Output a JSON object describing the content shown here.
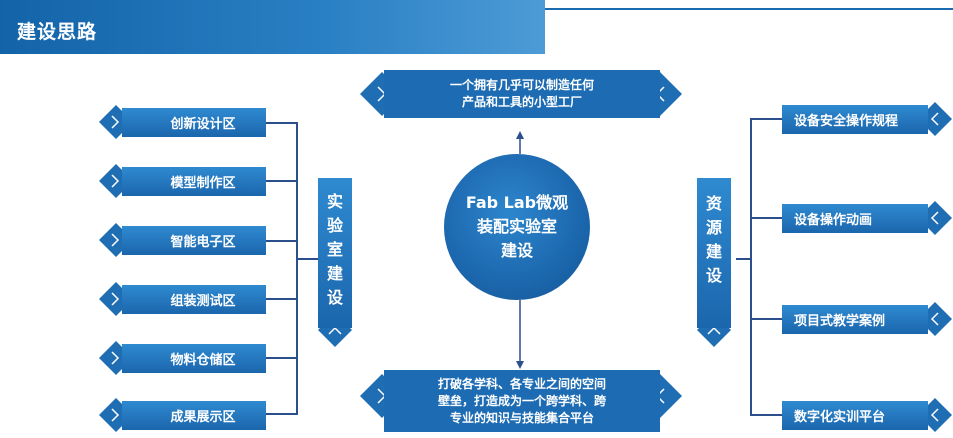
{
  "header": {
    "title": "建设思路"
  },
  "center": {
    "lines": [
      "Fab Lab微观",
      "装配实验室",
      "建设"
    ]
  },
  "top_box": {
    "lines": [
      "一个拥有几乎可以制造任何",
      "产品和工具的小型工厂"
    ]
  },
  "bottom_box": {
    "lines": [
      "打破各学科、各专业之间的空间",
      "壁垒，打造成为一个跨学科、跨",
      "专业的知识与技能集合平台"
    ]
  },
  "left_branch": {
    "title_chars": [
      "实",
      "验",
      "室",
      "建",
      "设"
    ],
    "items": [
      "创新设计区",
      "模型制作区",
      "智能电子区",
      "组装测试区",
      "物料仓储区",
      "成果展示区"
    ]
  },
  "right_branch": {
    "title_chars": [
      "资",
      "源",
      "建",
      "设"
    ],
    "items": [
      "设备安全操作规程",
      "设备操作动画",
      "项目式教学案例",
      "数字化实训平台"
    ]
  },
  "colors": {
    "primary": "#1b66ad",
    "accent": "#2f8ad0",
    "line": "#2a4f8a"
  }
}
